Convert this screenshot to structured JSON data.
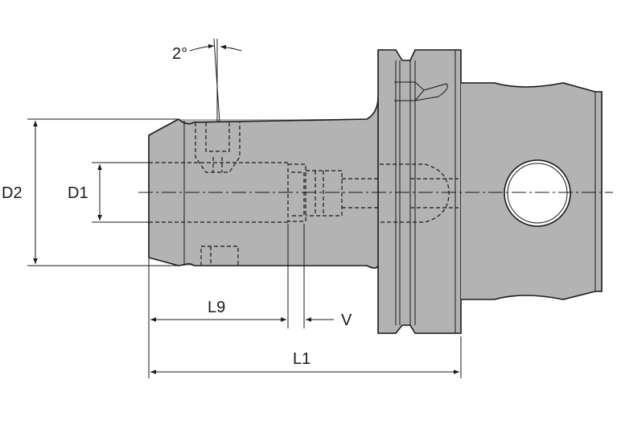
{
  "labels": {
    "angle": "2°",
    "d2": "D2",
    "d1": "D1",
    "l9": "L9",
    "v": "V",
    "l1": "L1"
  },
  "colors": {
    "body": "#b3b3b3",
    "line": "#1a1a1a",
    "background": "#ffffff"
  }
}
